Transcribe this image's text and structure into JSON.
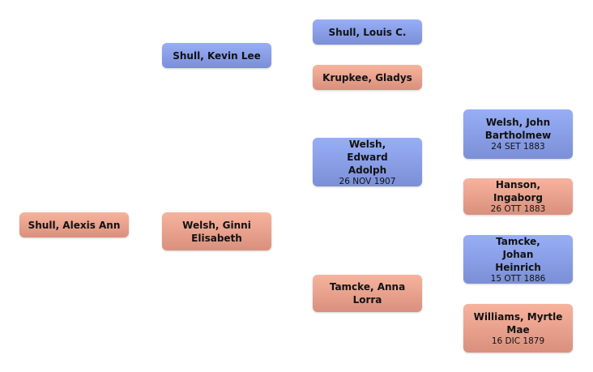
{
  "colors": {
    "male": "#8a9fe8",
    "female": "#eda48f"
  },
  "people": {
    "root": {
      "name": "Shull, Alexis Ann",
      "sex": "female",
      "date": ""
    },
    "father": {
      "name": "Shull, Kevin Lee",
      "sex": "male",
      "date": ""
    },
    "mother": {
      "name": "Welsh, Ginni Elisabeth",
      "sex": "female",
      "date": ""
    },
    "pgf": {
      "name": "Shull, Louis C.",
      "sex": "male",
      "date": ""
    },
    "pgm": {
      "name": "Krupkee, Gladys",
      "sex": "female",
      "date": ""
    },
    "mgf": {
      "name": "Welsh, Edward Adolph",
      "sex": "male",
      "date": "26 NOV 1907"
    },
    "mgm": {
      "name": "Tamcke, Anna Lorra",
      "sex": "female",
      "date": ""
    },
    "mgf_f": {
      "name": "Welsh, John Bartholmew",
      "sex": "male",
      "date": "24 SET 1883"
    },
    "mgf_m": {
      "name": "Hanson, Ingaborg",
      "sex": "female",
      "date": "26 OTT 1883"
    },
    "mgm_f": {
      "name": "Tamcke, Johan Heinrich",
      "sex": "male",
      "date": "15 OTT 1886"
    },
    "mgm_m": {
      "name": "Williams, Myrtle Mae",
      "sex": "female",
      "date": "16 DIC 1879"
    }
  }
}
